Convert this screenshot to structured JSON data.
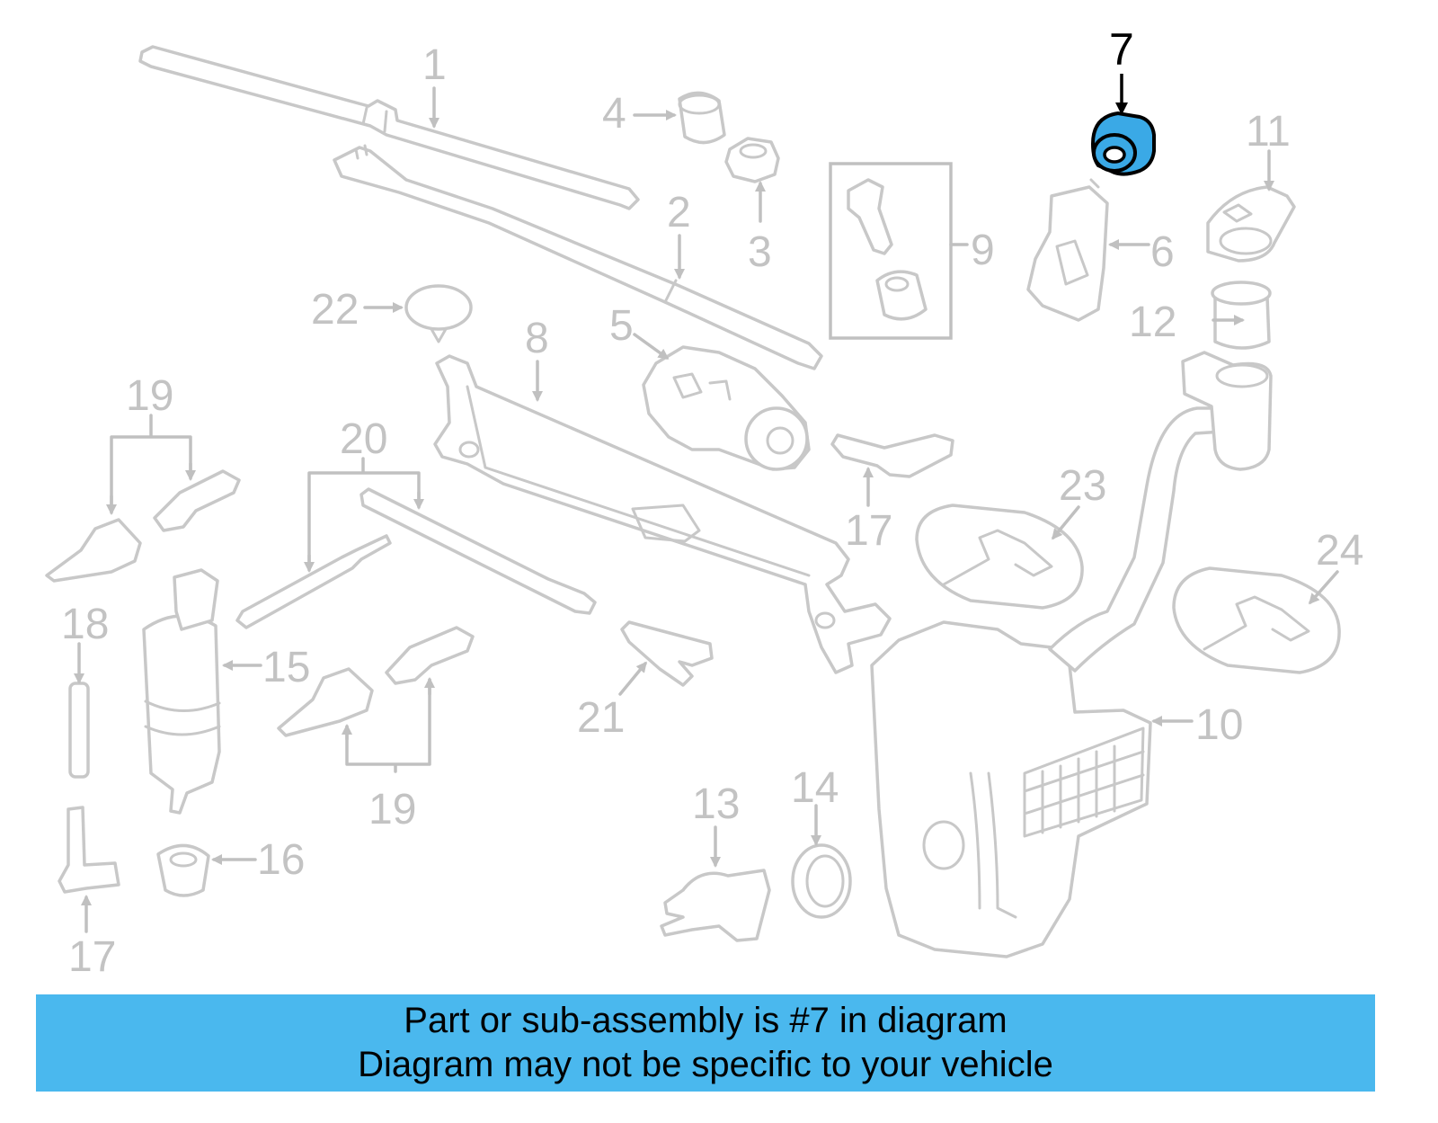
{
  "highlight_color": "#3aa9e6",
  "banner_color": "#4ab8ee",
  "callouts": {
    "c1": "1",
    "c2": "2",
    "c3": "3",
    "c4": "4",
    "c5": "5",
    "c6": "6",
    "c7": "7",
    "c8": "8",
    "c9": "9",
    "c10": "10",
    "c11": "11",
    "c12": "12",
    "c13": "13",
    "c14": "14",
    "c15": "15",
    "c16": "16",
    "c17a": "17",
    "c17b": "17",
    "c18": "18",
    "c19a": "19",
    "c19b": "19",
    "c20": "20",
    "c21": "21",
    "c22": "22",
    "c23": "23",
    "c24": "24"
  },
  "banner": {
    "line1": "Part or sub-assembly is #7 in diagram",
    "line2": "Diagram may not be specific to your vehicle"
  }
}
